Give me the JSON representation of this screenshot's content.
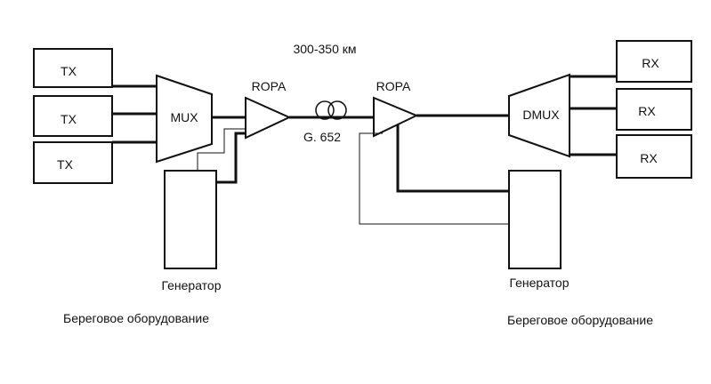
{
  "diagram": {
    "distance": "300-350 км",
    "fiber": "G. 652",
    "tx_labels": [
      "TX",
      "TX",
      "TX"
    ],
    "rx_labels": [
      "RX",
      "RX",
      "RX"
    ],
    "mux": "MUX",
    "dmux": "DMUX",
    "ropa_left": "ROPA",
    "ropa_right": "ROPA",
    "generator_left": "Генератор",
    "generator_right": "Генератор",
    "shore_left": "Береговое оборудование",
    "shore_right": "Береговое оборудование"
  }
}
